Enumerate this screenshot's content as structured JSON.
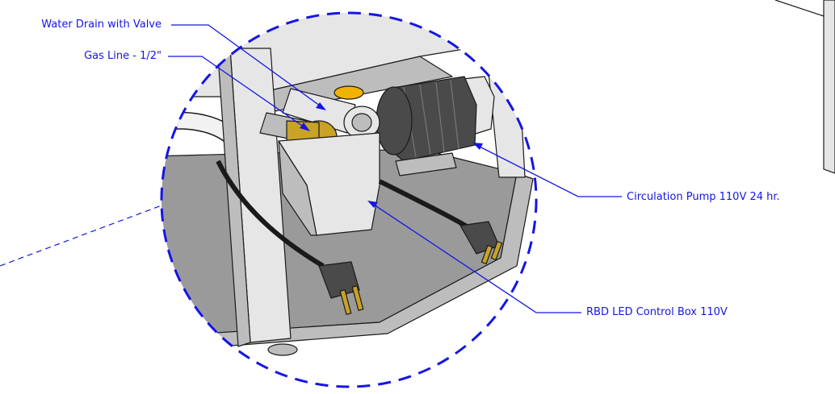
{
  "colors": {
    "callout": "#1515e6",
    "outline": "#1a1a1a",
    "frame_light": "#e6e6e6",
    "frame_shade": "#bdbdbd",
    "base_plate": "#9a9a9a",
    "pump_body": "#4a4a4a",
    "brass": "#c9a227",
    "valve_handle": "#f0b400"
  },
  "callouts": {
    "water_drain": "Water Drain with Valve",
    "gas_line": "Gas Line - 1/2\"",
    "circulation_pump": "Circulation Pump 110V 24 hr.",
    "control_box": "RBD LED Control Box 110V"
  }
}
